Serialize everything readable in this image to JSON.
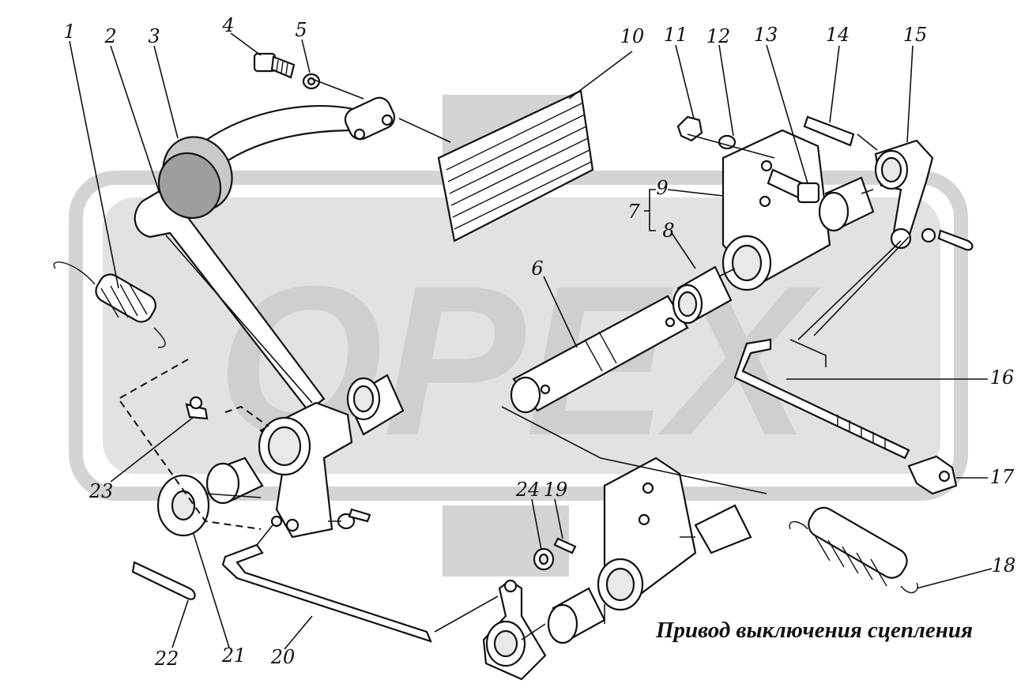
{
  "caption": "Привод выключения сцепления",
  "watermark": {
    "text": "OPEX",
    "color": "#cfcfcf"
  },
  "callouts": [
    {
      "id": 1,
      "label": "1"
    },
    {
      "id": 2,
      "label": "2"
    },
    {
      "id": 3,
      "label": "3"
    },
    {
      "id": 4,
      "label": "4"
    },
    {
      "id": 5,
      "label": "5"
    },
    {
      "id": 6,
      "label": "6"
    },
    {
      "id": 7,
      "label": "7"
    },
    {
      "id": 8,
      "label": "8"
    },
    {
      "id": 9,
      "label": "9"
    },
    {
      "id": 10,
      "label": "10"
    },
    {
      "id": 11,
      "label": "11"
    },
    {
      "id": 12,
      "label": "12"
    },
    {
      "id": 13,
      "label": "13"
    },
    {
      "id": 14,
      "label": "14"
    },
    {
      "id": 15,
      "label": "15"
    },
    {
      "id": 16,
      "label": "16"
    },
    {
      "id": 17,
      "label": "17"
    },
    {
      "id": 18,
      "label": "18"
    },
    {
      "id": 19,
      "label": "19"
    },
    {
      "id": 20,
      "label": "20"
    },
    {
      "id": 21,
      "label": "21"
    },
    {
      "id": 22,
      "label": "22"
    },
    {
      "id": 23,
      "label": "23"
    },
    {
      "id": 24,
      "label": "24"
    }
  ]
}
